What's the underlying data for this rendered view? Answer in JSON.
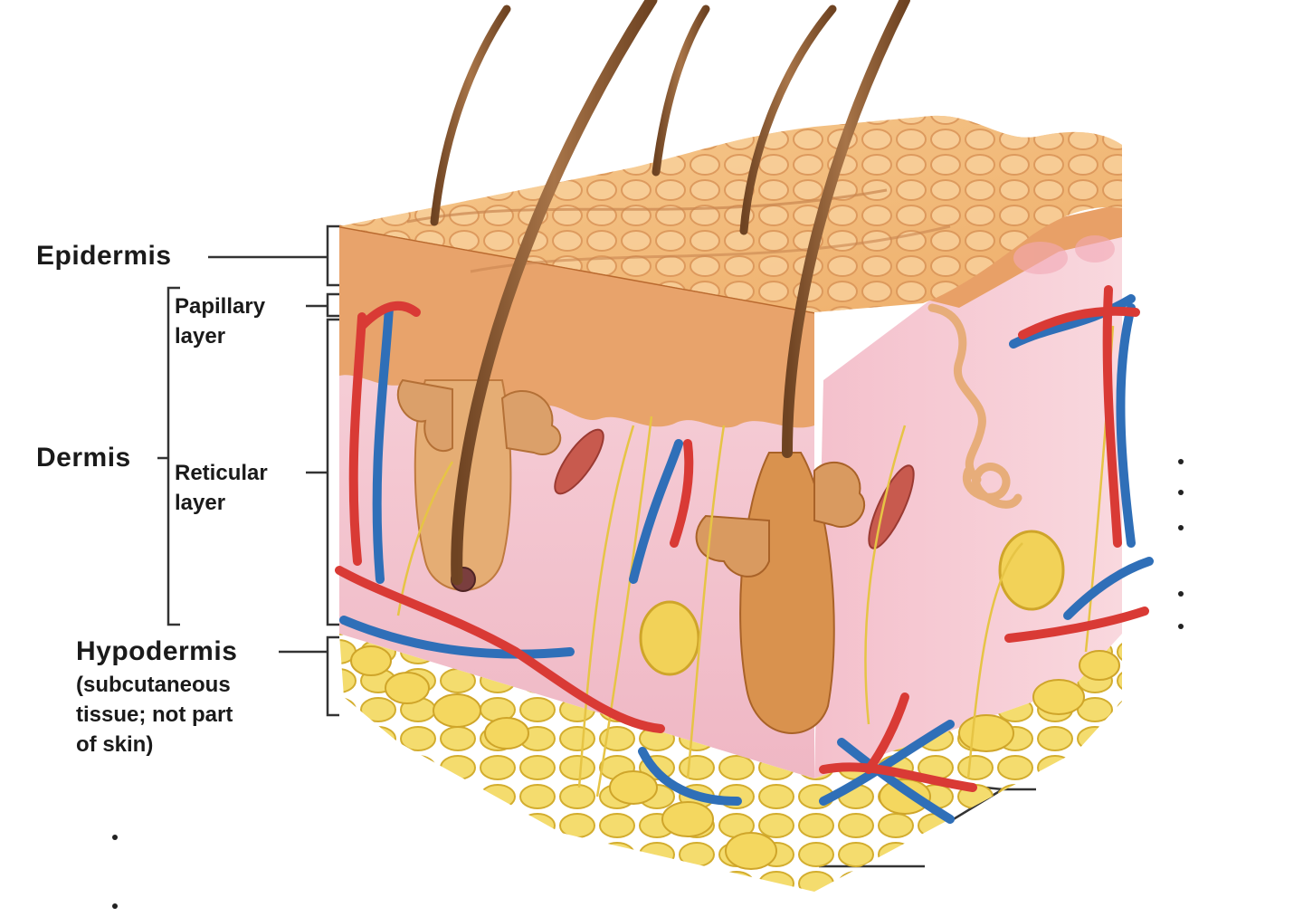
{
  "labels": {
    "epidermis": "Epidermis",
    "papillary_layer": [
      "Papillary",
      "layer"
    ],
    "dermis": "Dermis",
    "reticular_layer": [
      "Reticular",
      "layer"
    ],
    "hypodermis": "Hypodermis",
    "hypodermis_note": [
      "(subcutaneous",
      "tissue; not part",
      "of skin)"
    ]
  },
  "colors": {
    "skin_surface": "#f0b774",
    "epidermis_edge": "#c7793b",
    "dermis": "#f5c9d1",
    "artery": "#d93a35",
    "vein": "#2f6fb8",
    "fat": "#f2d45a",
    "nerve": "#e8c64a",
    "hair": "#8a5a32"
  }
}
